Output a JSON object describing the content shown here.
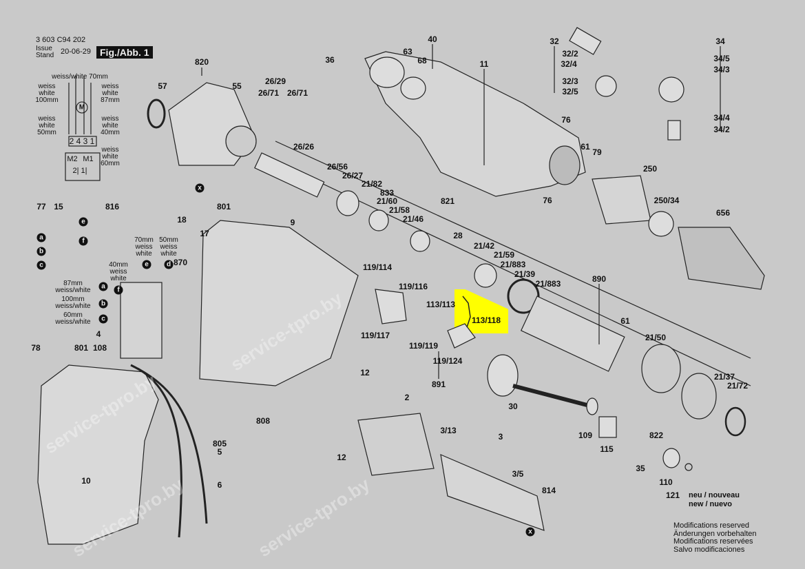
{
  "header": {
    "doc_number": "3 603 C94 202",
    "issue_label": "Issue",
    "stand_label": "Stand",
    "date": "20-06-29",
    "figure": "Fig./Abb. 1"
  },
  "wiring": {
    "top": "weiss/white 70mm",
    "left_top": "weiss\nwhite\n100mm",
    "right_top": "weiss\nwhite\n87mm",
    "left_mid": "weiss\nwhite\n50mm",
    "right_mid": "weiss\nwhite\n40mm",
    "right_bottom": "weiss\nwhite\n60mm",
    "terminals": "2 4 3 1",
    "motor": "M",
    "m2": "M2",
    "m1": "M1",
    "mains": "2| 1|"
  },
  "switch_wires": {
    "e_label": "70mm\nweiss\nwhite",
    "d_label": "50mm\nweiss\nwhite",
    "f_label": "40mm\nweiss\nwhite",
    "a_label": "87mm\nweiss/white",
    "b_label": "100mm\nweiss/white",
    "c_label": "60mm\nweiss/white",
    "markers": [
      "e",
      "d",
      "f",
      "a",
      "b",
      "c",
      "e",
      "f",
      "a",
      "b",
      "c",
      "x",
      "x"
    ]
  },
  "part_labels": [
    "40",
    "63",
    "68",
    "11",
    "36",
    "820",
    "57",
    "55",
    "26/29",
    "26/71",
    "26/71",
    "26/26",
    "26/56",
    "26/27",
    "21/82",
    "833",
    "21/60",
    "21/58",
    "21/46",
    "821",
    "28",
    "21/42",
    "21/59",
    "21/883",
    "21/39",
    "21/883",
    "890",
    "61",
    "21/50",
    "21/37",
    "21/72",
    "822",
    "76",
    "61",
    "79",
    "250",
    "250/34",
    "76",
    "656",
    "32",
    "32/2",
    "32/4",
    "32/3",
    "32/5",
    "34",
    "34/5",
    "34/3",
    "34/4",
    "34/2",
    "801",
    "17",
    "9",
    "77",
    "15",
    "816",
    "18",
    "870",
    "78",
    "4",
    "108",
    "801",
    "119/114",
    "119/116",
    "113/113",
    "113/118",
    "119/117",
    "119/119",
    "119/124",
    "891",
    "12",
    "2",
    "12",
    "30",
    "109",
    "115",
    "3/13",
    "3",
    "3/5",
    "814",
    "35",
    "110",
    "121",
    "808",
    "805",
    "5",
    "6",
    "10"
  ],
  "new_note": "neu / nouveau\nnew / nuevo",
  "modifications": [
    "Modifications reserved",
    "Änderungen vorbehalten",
    "Modifications reservées",
    "Salvo modificaciones"
  ],
  "highlight_color": "#ffff00",
  "watermark": "service-tpro.by"
}
